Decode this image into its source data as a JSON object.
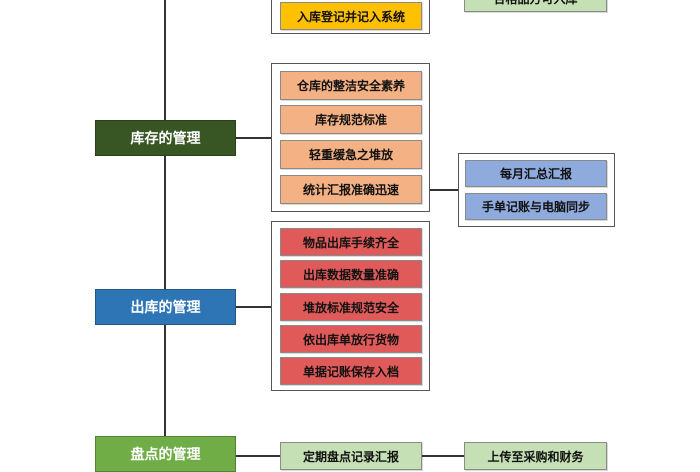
{
  "colors": {
    "storage_category": "#375623",
    "outbound_category": "#2e75b6",
    "inventory_category": "#70ad47",
    "storage_items": "#f4b183",
    "outbound_items": "#e05a5a",
    "stats_items": "#8faadc",
    "inventory_items": "#c5e0b4",
    "inbound_item": "#ffc000"
  },
  "top": {
    "inbound_item": "入库登记并记入系统",
    "right_partial": "合格品方可入库"
  },
  "storage": {
    "category": "库存的管理",
    "items": [
      "仓库的整洁安全素养",
      "库存规范标准",
      "轻重缓急之堆放",
      "统计汇报准确迅速"
    ],
    "sub_items": [
      "每月汇总汇报",
      "手单记账与电脑同步"
    ]
  },
  "outbound": {
    "category": "出库的管理",
    "items": [
      "物品出库手续齐全",
      "出库数据数量准确",
      "堆放标准规范安全",
      "依出库单放行货物",
      "单据记账保存入档"
    ]
  },
  "inventory": {
    "category": "盘点的管理",
    "item": "定期盘点记录汇报",
    "sub_item": "上传至采购和财务"
  }
}
